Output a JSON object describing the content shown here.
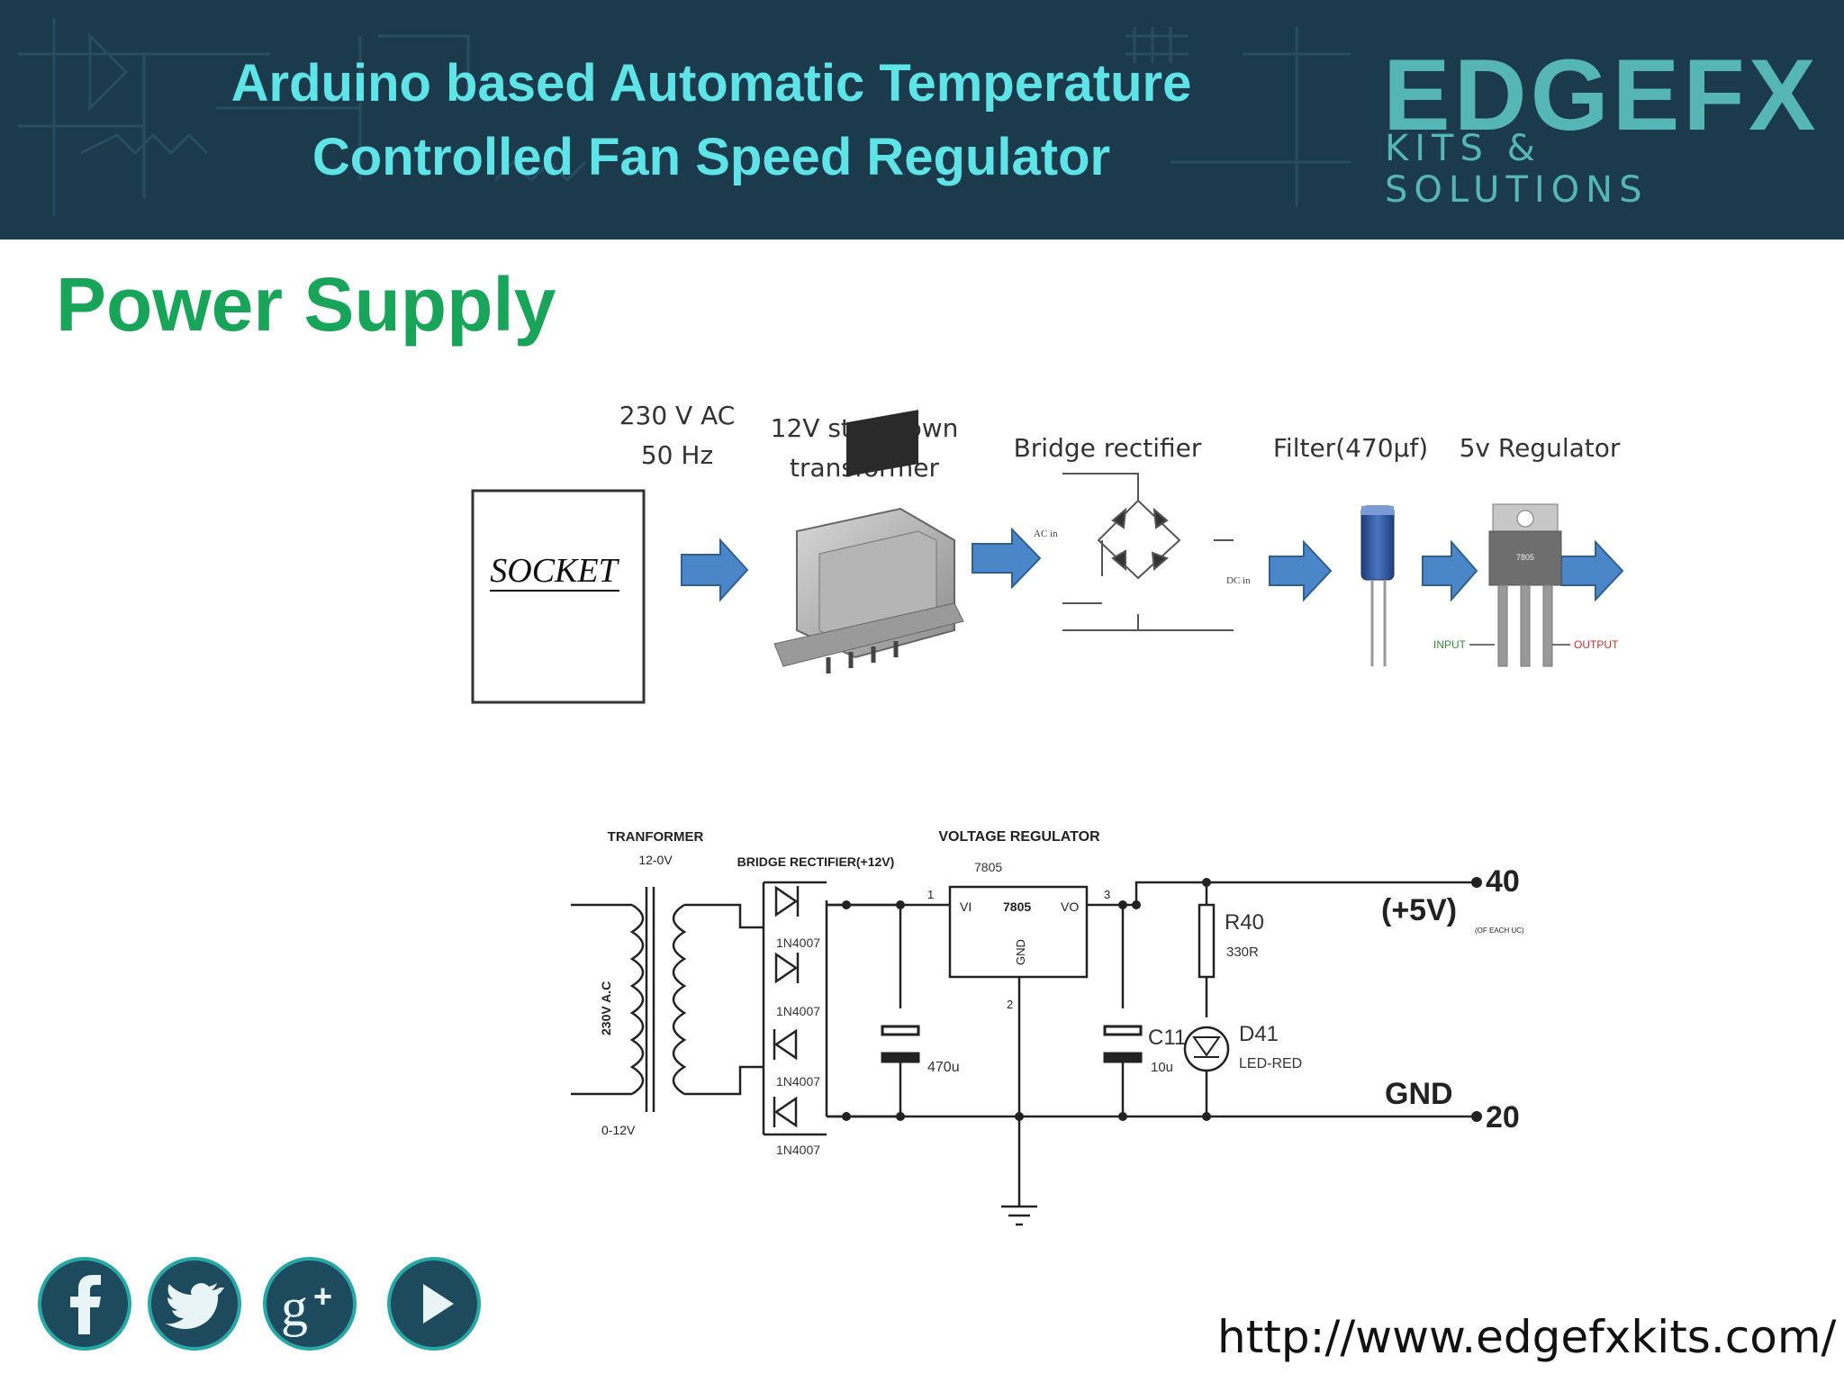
{
  "header": {
    "title_line1": "Arduino based Automatic Temperature",
    "title_line2": "Controlled Fan Speed Regulator",
    "logo_main": "EDGEFX",
    "logo_sub": "KITS & SOLUTIONS"
  },
  "section_title": "Power Supply",
  "block_diagram": {
    "socket": "SOCKET",
    "input_label_1": "230 V AC",
    "input_label_2": "50 Hz",
    "transformer_label_1": "12V step down",
    "transformer_label_2": "transformer",
    "rectifier_label": "Bridge rectifier",
    "filter_label": "Filter(470µf)",
    "regulator_label": "5v Regulator",
    "ac_in": "AC in",
    "dc_in": "DC in",
    "regulator_part": "7805",
    "input_pin": "INPUT",
    "output_pin": "OUTPUT"
  },
  "schematic": {
    "transformer_title": "TRANFORMER",
    "transformer_rating": "12-0V",
    "primary_label": "230V A.C",
    "secondary_label": "0-12V",
    "bridge_title": "BRIDGE RECTIFIER(+12V)",
    "diodes": [
      "1N4007",
      "1N4007",
      "1N4007",
      "1N4007"
    ],
    "regulator_title": "VOLTAGE REGULATOR",
    "regulator_part": "7805",
    "regulator_chip": "7805",
    "pin_vi": "VI",
    "pin_vo": "VO",
    "pin_gnd": "GND",
    "pin1": "1",
    "pin2": "2",
    "pin3": "3",
    "cap1": "470u",
    "cap2_name": "C11",
    "cap2_value": "10u",
    "resistor_name": "R40",
    "resistor_value": "330R",
    "led_name": "D41",
    "led_value": "LED-RED",
    "out_label": "(+5V)",
    "out_pin": "40",
    "out_note": "(OF EACH UC)",
    "gnd_label": "GND",
    "gnd_pin": "20"
  },
  "social": [
    "facebook-icon",
    "twitter-icon",
    "google-plus-icon",
    "youtube-icon"
  ],
  "footer_url": "http://www.edgefxkits.com/",
  "colors": {
    "header_bg": "#1b3a4b",
    "title": "#5ee3e6",
    "section": "#18a55a",
    "arrow": "#4a86c8",
    "logo": "#56b6b5"
  }
}
